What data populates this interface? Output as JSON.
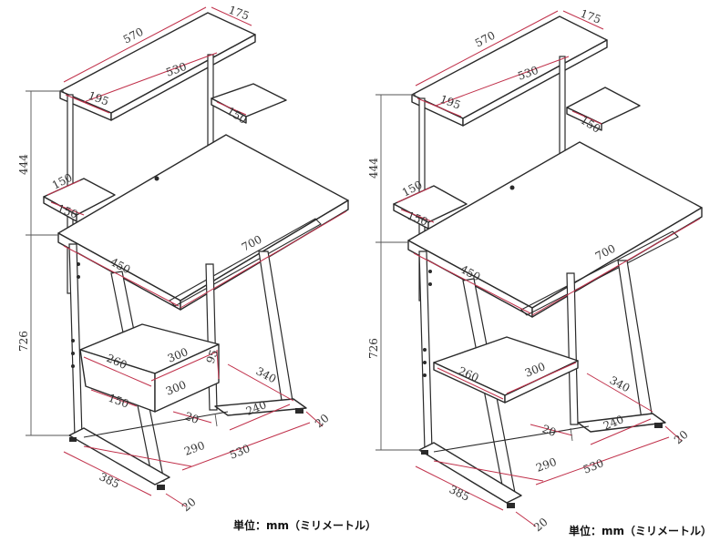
{
  "unit_label": "単位：mm（ミリメートル）",
  "dimensions": {
    "top_shelf_length": "570",
    "top_shelf_depth": "175",
    "top_shelf_inner": "530",
    "riser_depth": "195",
    "side_shelf": "150",
    "upper_height": "444",
    "desk_width": "700",
    "desk_depth": "450",
    "total_height": "726",
    "shelf_width": "300",
    "shelf_depth": "260",
    "drawer_height": "95",
    "base_depth": "340",
    "foot": "20",
    "foot_span": "240",
    "base_inner": "290",
    "base_width": "530",
    "base_side": "385"
  }
}
